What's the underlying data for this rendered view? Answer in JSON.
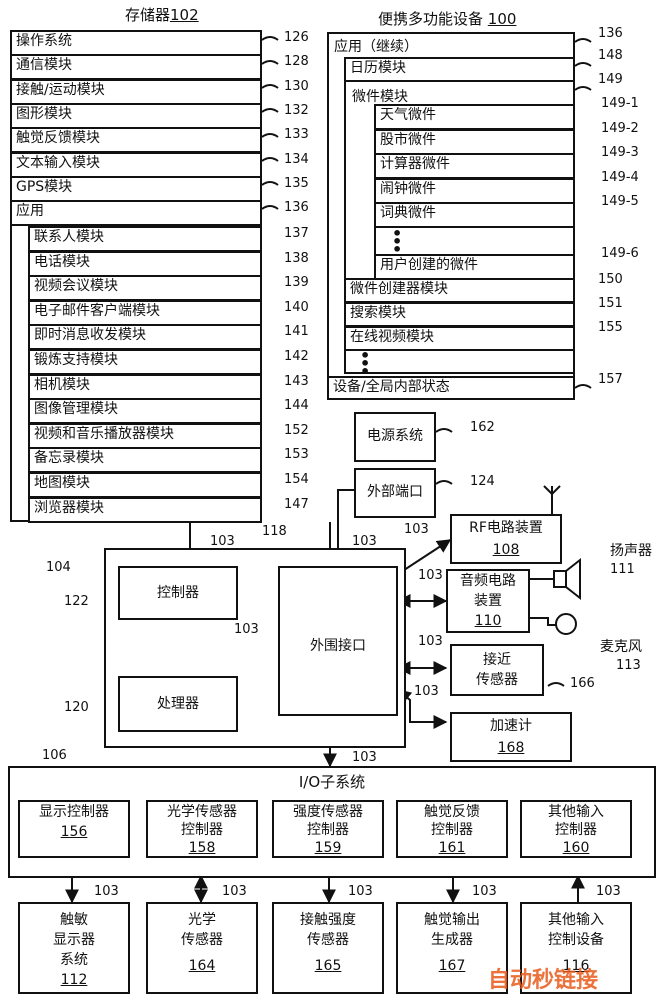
{
  "memory": {
    "title": "存储器",
    "ref": "102",
    "rows": [
      {
        "label": "操作系统",
        "ref": "126"
      },
      {
        "label": "通信模块",
        "ref": "128"
      },
      {
        "label": "接触/运动模块",
        "ref": "130"
      },
      {
        "label": "图形模块",
        "ref": "132"
      },
      {
        "label": "触觉反馈模块",
        "ref": "133"
      },
      {
        "label": "文本输入模块",
        "ref": "134"
      },
      {
        "label": "GPS模块",
        "ref": "135"
      },
      {
        "label": "应用",
        "ref": "136"
      }
    ],
    "apps": [
      {
        "label": "联系人模块",
        "ref": "137"
      },
      {
        "label": "电话模块",
        "ref": "138"
      },
      {
        "label": "视频会议模块",
        "ref": "139"
      },
      {
        "label": "电子邮件客户端模块",
        "ref": "140"
      },
      {
        "label": "即时消息收发模块",
        "ref": "141"
      },
      {
        "label": "锻炼支持模块",
        "ref": "142"
      },
      {
        "label": "相机模块",
        "ref": "143"
      },
      {
        "label": "图像管理模块",
        "ref": "144"
      },
      {
        "label": "视频和音乐播放器模块",
        "ref": "152"
      },
      {
        "label": "备忘录模块",
        "ref": "153"
      },
      {
        "label": "地图模块",
        "ref": "154"
      },
      {
        "label": "浏览器模块",
        "ref": "147"
      }
    ]
  },
  "device": {
    "title": "便携多功能设备",
    "ref": "100",
    "apps_cont": {
      "label": "应用（继续）",
      "ref": "136"
    },
    "calendar": {
      "label": "日历模块",
      "ref": "148"
    },
    "widgets": {
      "label": "微件模块",
      "ref": "149"
    },
    "widget_items": [
      {
        "label": "天气微件",
        "ref": "149-1"
      },
      {
        "label": "股市微件",
        "ref": "149-2"
      },
      {
        "label": "计算器微件",
        "ref": "149-3"
      },
      {
        "label": "闹钟微件",
        "ref": "149-4"
      },
      {
        "label": "词典微件",
        "ref": "149-5"
      },
      {
        "label": "用户创建的微件",
        "ref": "149-6"
      }
    ],
    "widget_creator": {
      "label": "微件创建器模块",
      "ref": "150"
    },
    "search": {
      "label": "搜索模块",
      "ref": "151"
    },
    "online_video": {
      "label": "在线视频模块",
      "ref": "155"
    },
    "state": {
      "label": "设备/全局内部状态",
      "ref": "157"
    }
  },
  "power": {
    "label": "电源系统",
    "ref": "162"
  },
  "ext_port": {
    "label": "外部端口",
    "ref": "124"
  },
  "rf": {
    "label": "RF电路装置",
    "ref": "108"
  },
  "audio": {
    "line1": "音频电路",
    "line2": "装置",
    "ref": "110"
  },
  "speaker": {
    "label": "扬声器",
    "ref": "111"
  },
  "mic": {
    "label": "麦克风",
    "ref": "113"
  },
  "proximity": {
    "line1": "接近",
    "line2": "传感器",
    "ref": "166"
  },
  "accel": {
    "label": "加速计",
    "ref": "168"
  },
  "chip": {
    "ref": "104"
  },
  "controller": {
    "label": "控制器",
    "ref": "122"
  },
  "processor": {
    "label": "处理器",
    "ref": "120"
  },
  "peripheral": {
    "label": "外围接口",
    "ref": "118"
  },
  "bus": "103",
  "io": {
    "title": "I/O子系统",
    "ref": "106",
    "controllers": [
      {
        "line1": "显示控制器",
        "line2": "",
        "ref": "156"
      },
      {
        "line1": "光学传感器",
        "line2": "控制器",
        "ref": "158"
      },
      {
        "line1": "强度传感器",
        "line2": "控制器",
        "ref": "159"
      },
      {
        "line1": "触觉反馈",
        "line2": "控制器",
        "ref": "161"
      },
      {
        "line1": "其他输入",
        "line2": "控制器",
        "ref": "160"
      }
    ],
    "devices": [
      {
        "line1": "触敏",
        "line2": "显示器",
        "line3": "系统",
        "ref": "112"
      },
      {
        "line1": "光学",
        "line2": "传感器",
        "line3": "",
        "ref": "164"
      },
      {
        "line1": "接触强度",
        "line2": "传感器",
        "line3": "",
        "ref": "165"
      },
      {
        "line1": "触觉输出",
        "line2": "生成器",
        "line3": "",
        "ref": "167"
      },
      {
        "line1": "其他输入",
        "line2": "控制设备",
        "line3": "",
        "ref": "116"
      }
    ]
  },
  "watermark": "自动秒链接"
}
